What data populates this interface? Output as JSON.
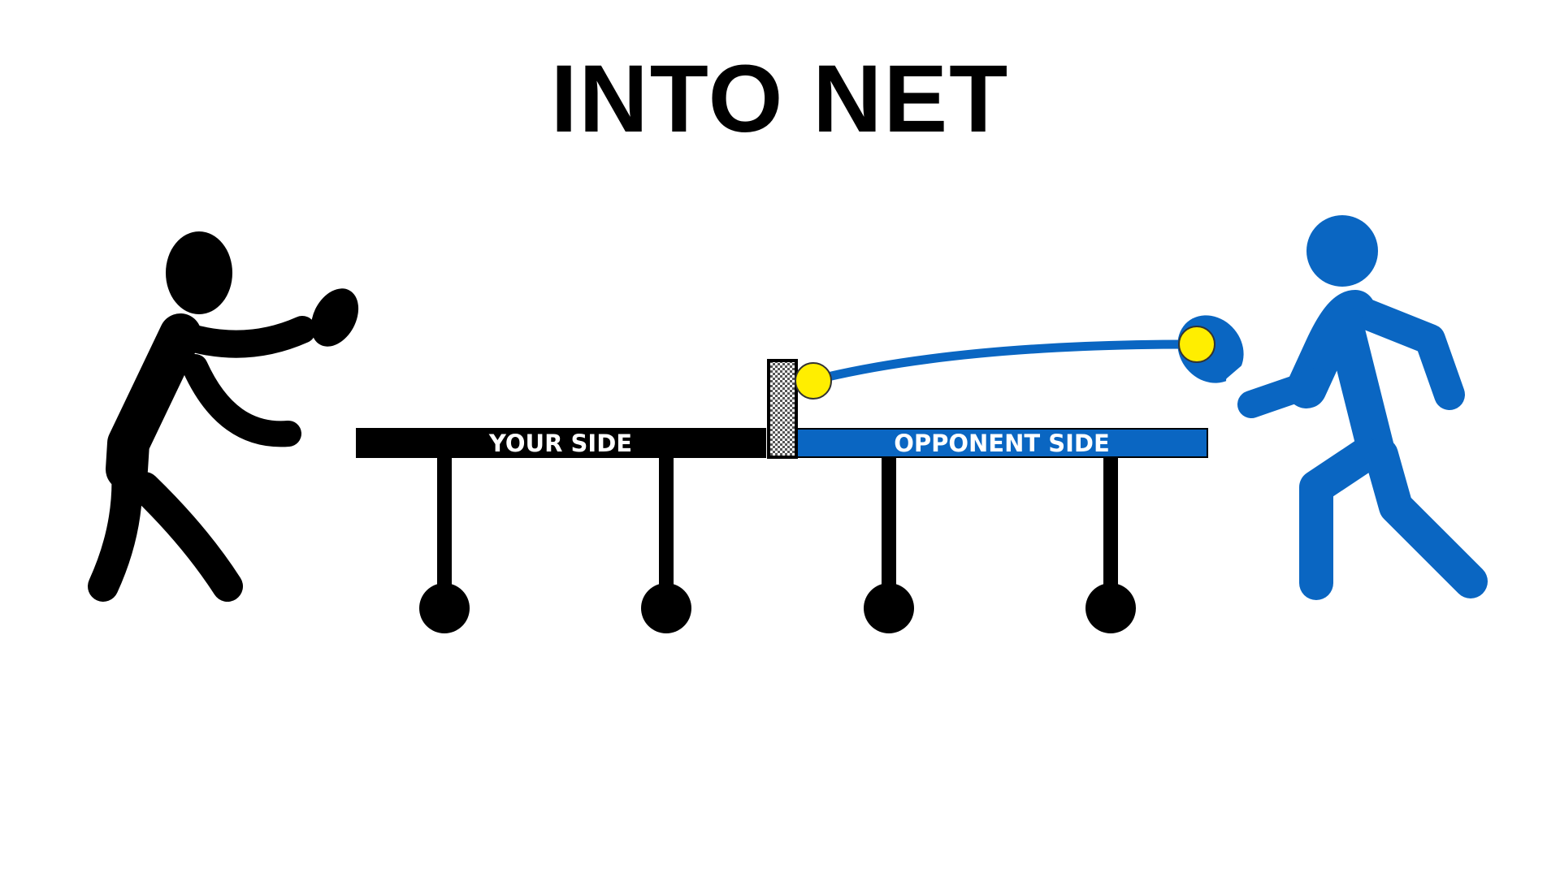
{
  "title": "INTO NET",
  "table": {
    "left_label": "YOUR SIDE",
    "right_label": "OPPONENT SIDE"
  },
  "colors": {
    "player": "#000000",
    "opponent": "#0a66c2",
    "ball": "#ffee00",
    "label_text": "#ffffff"
  },
  "icons": {
    "left_figure": "player-stick-figure-icon",
    "right_figure": "opponent-stick-figure-icon",
    "ball": "ping-pong-ball-icon",
    "paddle": "paddle-icon",
    "net": "net-icon"
  }
}
